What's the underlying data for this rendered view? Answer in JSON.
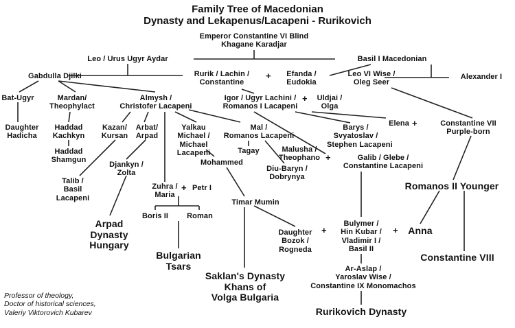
{
  "title_line1": "Family Tree of Macedonian",
  "title_line2": "Dynasty and Lekapenus/Lacapeni - Rurikovich",
  "credit": "Professor of theology,\nDoctor of historical sciences,\nValeriy Viktorovich Kubarev",
  "plus_sign": "+",
  "nodes": {
    "constantine_vi": "Emperor Constantine VI Blind\nKhagane Karadjar",
    "leo_urus": "Leo / Urus Ugyr Aydar",
    "basil_i": "Basil I Macedonian",
    "gabdulla": "Gabdulla Djilki",
    "rurik": "Rurik / Lachin /\nConstantine",
    "efanda": "Efanda /\nEudokia",
    "leo_vi": "Leo VI Wise /\nOleg Seer",
    "alexander_i": "Alexander I",
    "bat_ugyr": "Bat-Ugyr",
    "mardan": "Mardan/\nTheophylact",
    "almysh": "Almysh /\nChristofer Lacapeni",
    "igor": "Igor / Ugyr Lachini /\nRomanos I Lacapeni",
    "uldjai": "Uldjai /\nOlga",
    "daughter_hadicha": "Daughter\nHadicha",
    "haddad_kachkyn": "Haddad\nKachkyn",
    "kazan": "Kazan/\nKursan",
    "arbat": "Arbat/\nArpad",
    "yalkau": "Yalkau\nMichael /\nMichael\nLacapeni",
    "mal": "Mal /\nRomanos Lacapeni",
    "tagay": "Tagay",
    "barys": "Barys /\nSvyatoslav /\nStephen Lacapeni",
    "elena": "Elena",
    "constantine_vii": "Constantine VII\nPurple-born",
    "haddad_shamgun": "Haddad\nShamgun",
    "djankyn": "Djankyn /\nZolta",
    "mohammed": "Mohammed",
    "malusha": "Malusha /\nTheophano",
    "galib": "Galib / Glebe /\nConstantine Lacapeni",
    "diu_baryn": "Diu-Baryn /\nDobrynya",
    "talib": "Talib /\nBasil\nLacapeni",
    "zuhra": "Zuhra /\nMaria",
    "petr_i": "Petr I",
    "romanos_ii": "Romanos II Younger",
    "timar": "Timar Mumin",
    "boris_ii": "Boris II",
    "roman": "Roman",
    "daughter_bozok": "Daughter\nBozok /\nRogneda",
    "bulymer": "Bulymer /\nHin Kubar /\nVladimir I /\nBasil II",
    "anna": "Anna",
    "arpad_dynasty": "Arpad\nDynasty\nHungary",
    "bulgarian_tsars": "Bulgarian\nTsars",
    "constantine_viii": "Constantine VIII",
    "saklan": "Saklan's Dynasty\nKhans of\nVolga Bulgaria",
    "ar_aslap": "Ar-Aslap /\nYaroslav Wise /\nConstantine IX Monomachos",
    "rurikovich": "Rurikovich Dynasty"
  }
}
